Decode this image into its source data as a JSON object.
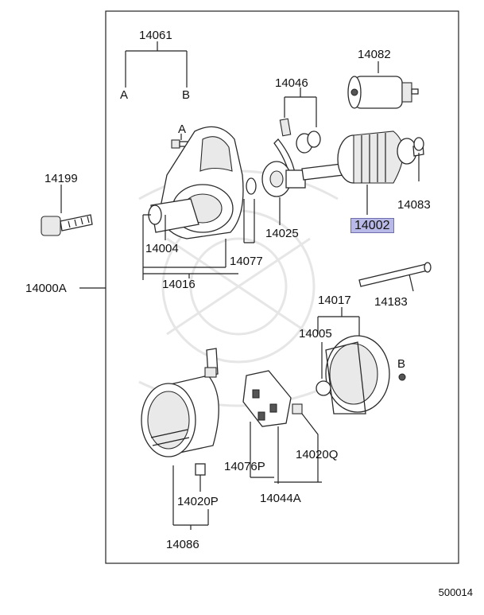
{
  "diagram": {
    "labels": {
      "p14061": "14061",
      "pA1": "A",
      "pB1": "B",
      "p14082": "14082",
      "p14046": "14046",
      "pA2": "A",
      "p14199": "14199",
      "p14002": "14002",
      "p14083": "14083",
      "p14025": "14025",
      "p14004": "14004",
      "p14077": "14077",
      "p14016": "14016",
      "p14000A": "14000A",
      "p14183": "14183",
      "p14017": "14017",
      "p14005": "14005",
      "pB2": "B",
      "p14020Q": "14020Q",
      "p14076P": "14076P",
      "p14044A": "14044A",
      "p14020P": "14020P",
      "p14086": "14086"
    },
    "highlight_color": "#b9b9e8",
    "diagram_code": "500014"
  }
}
